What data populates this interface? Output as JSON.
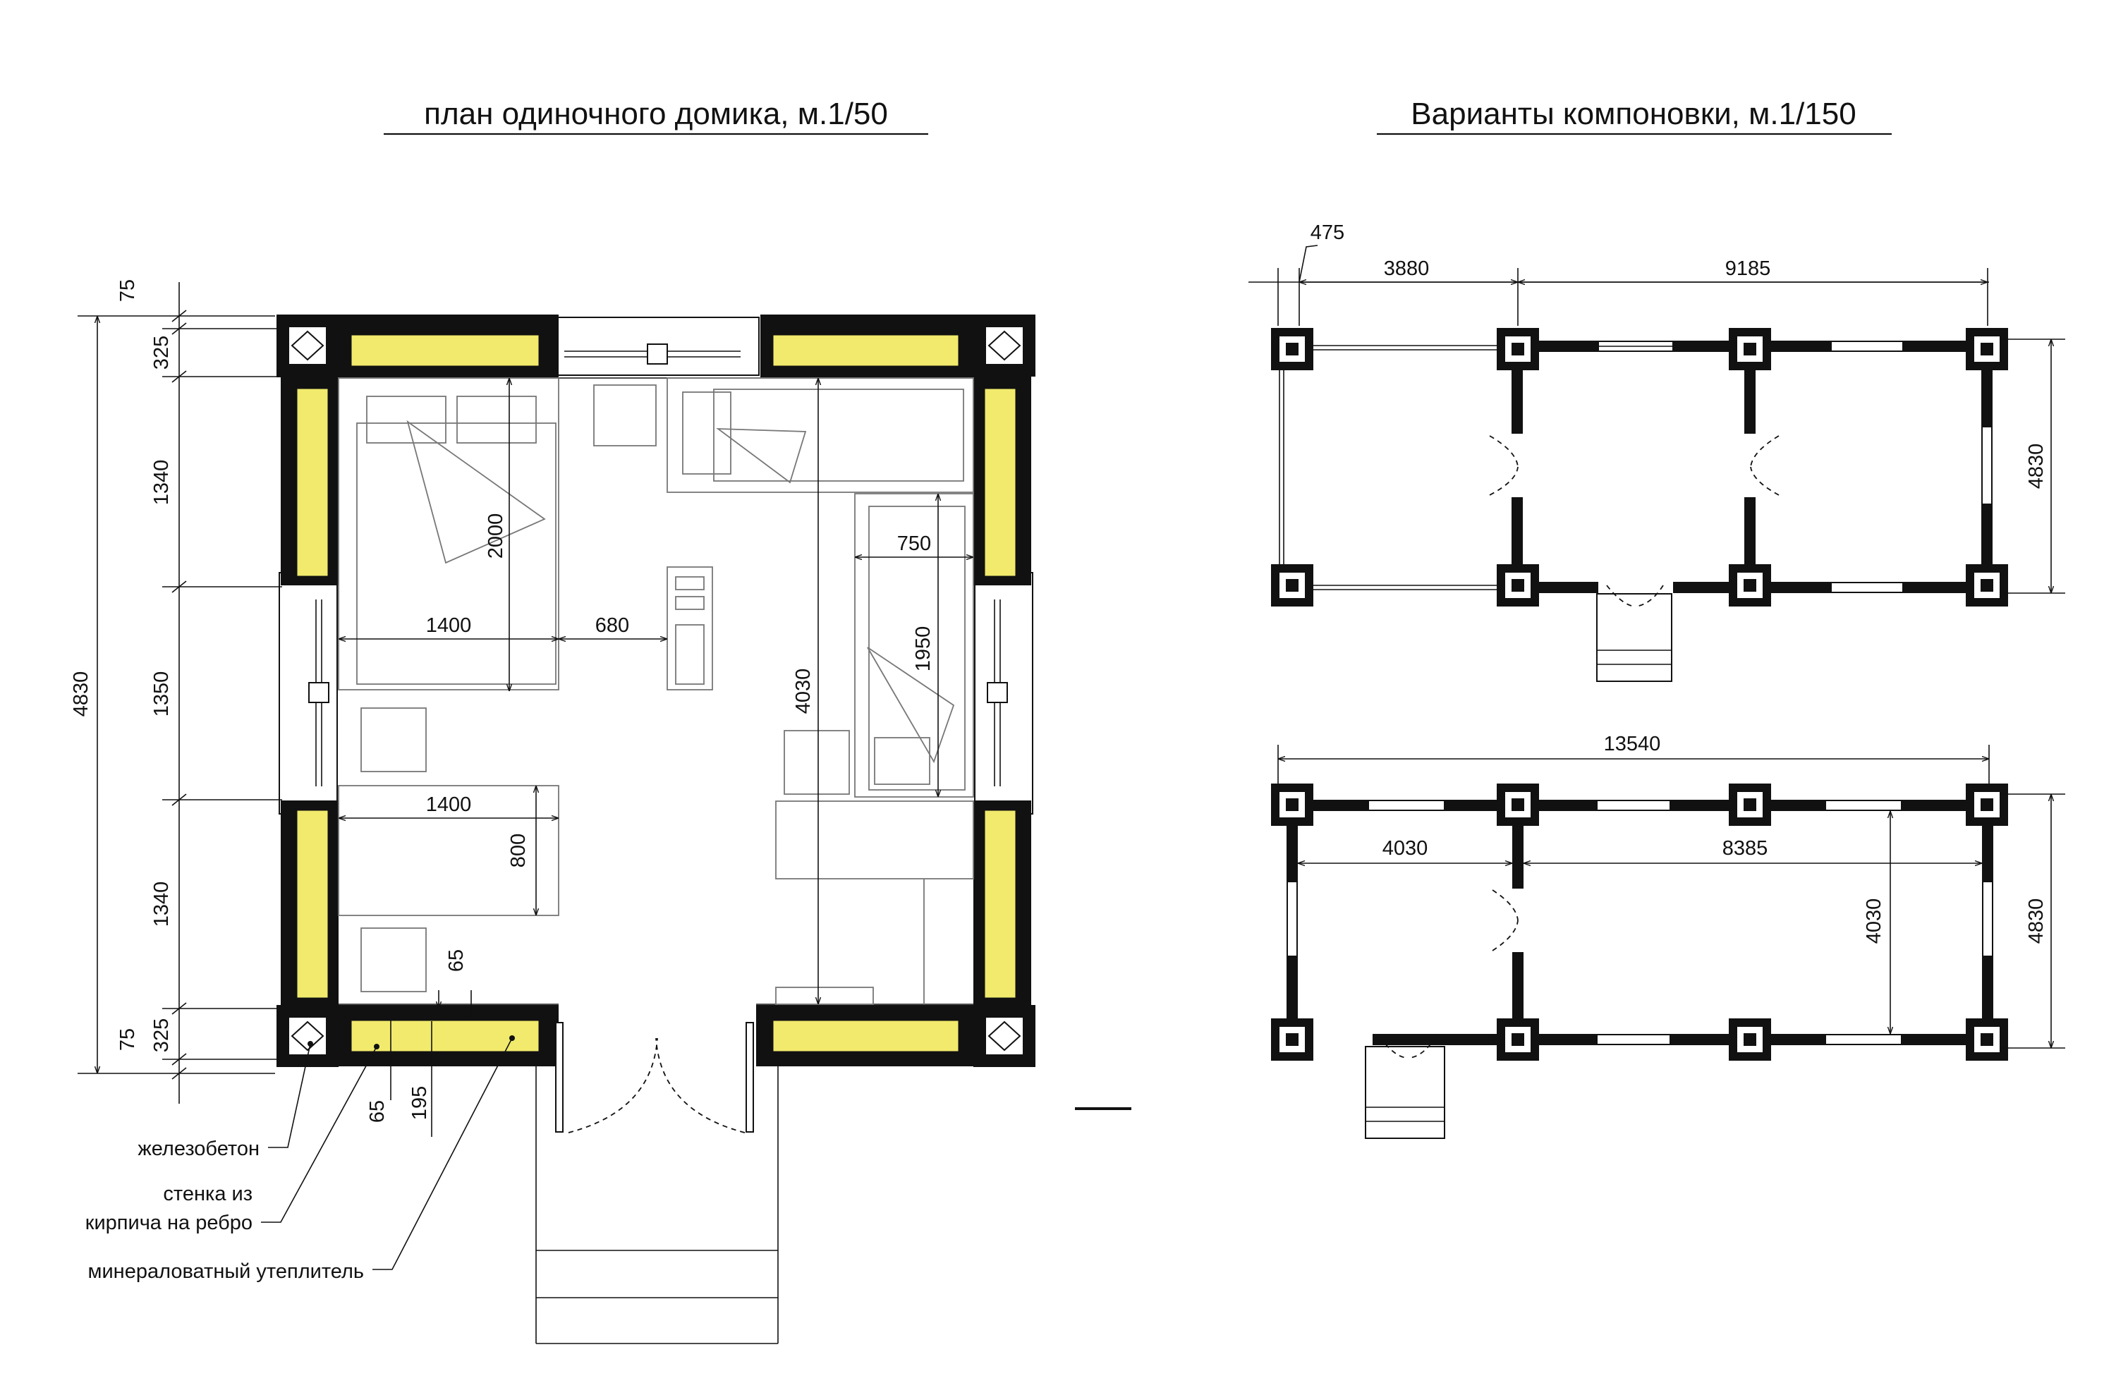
{
  "titles": {
    "left": "план одиночного домика, м.1/50",
    "right": "Варианты компоновки, м.1/150"
  },
  "plan": {
    "dims": {
      "d75_top": "75",
      "d325_top": "325",
      "d1340_a": "1340",
      "d1350": "1350",
      "d1340_b": "1340",
      "d325_bot": "325",
      "d75_bot": "75",
      "d4830": "4830",
      "d2000": "2000",
      "d1400_a": "1400",
      "d680": "680",
      "d1400_b": "1400",
      "d800": "800",
      "d65_a": "65",
      "d65_b": "65",
      "d195": "195",
      "d4030": "4030",
      "d750": "750",
      "d1950": "1950"
    },
    "legend": {
      "concrete": "железобетон",
      "brick_line1": "стенка из",
      "brick_line2": "кирпича на ребро",
      "wool": "минераловатный утеплитель"
    }
  },
  "variant1": {
    "dims": {
      "d475": "475",
      "d3880": "3880",
      "d9185": "9185",
      "d4830": "4830"
    }
  },
  "variant2": {
    "dims": {
      "d13540": "13540",
      "d4030_h": "4030",
      "d8385": "8385",
      "d4030_v": "4030",
      "d4830": "4830"
    }
  }
}
